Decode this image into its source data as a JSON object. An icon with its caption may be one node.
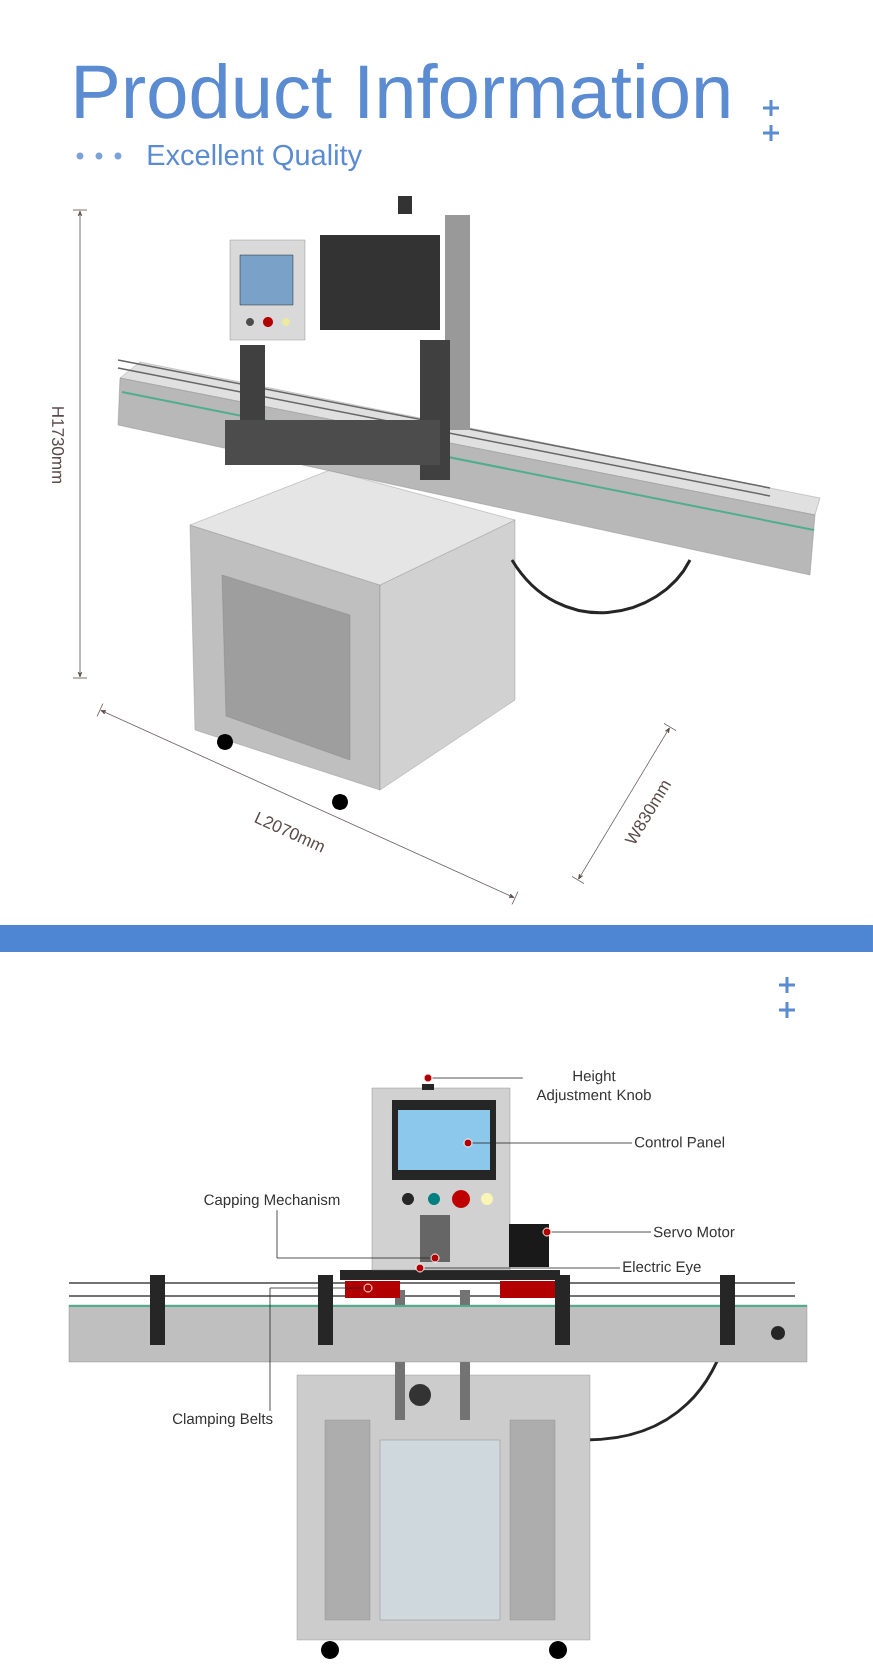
{
  "diagram": {
    "title": "Product Information",
    "nodes": [
      {
        "text": [
          "Height Adjustment Knob"
        ]
      },
      {
        "text": [
          "Control Panel"
        ]
      },
      {
        "text": [
          "Capping Mechanism"
        ]
      },
      {
        "text": [
          "Servo Motor"
        ]
      },
      {
        "text": [
          "Electric Eye"
        ]
      },
      {
        "text": [
          "Clamping Belts"
        ]
      },
      {
        "text": [],
        "shape": "circle"
      },
      {
        "text": [],
        "shape": "circle"
      },
      {
        "text": [],
        "shape": "circle"
      },
      {
        "text": [],
        "shape": "circle"
      },
      {
        "text": [],
        "shape": "circle"
      },
      {
        "text": [],
        "shape": "circle"
      },
      {
        "text": [],
        "shape": "bar"
      }
    ],
    "edges": [
      {
        "from": 0,
        "to": 6,
        "arrow": "none"
      },
      {
        "from": 1,
        "to": 7,
        "arrow": "none"
      },
      {
        "from": 2,
        "to": 8,
        "arrow": "none"
      },
      {
        "from": 3,
        "to": 9,
        "arrow": "none"
      },
      {
        "from": 4,
        "to": 10,
        "arrow": "none"
      },
      {
        "from": 5,
        "to": 11,
        "arrow": "none"
      }
    ],
    "labels": [
      "Excellent Quality",
      "H1730mm",
      "L2070mm",
      "W830mm"
    ]
  }
}
